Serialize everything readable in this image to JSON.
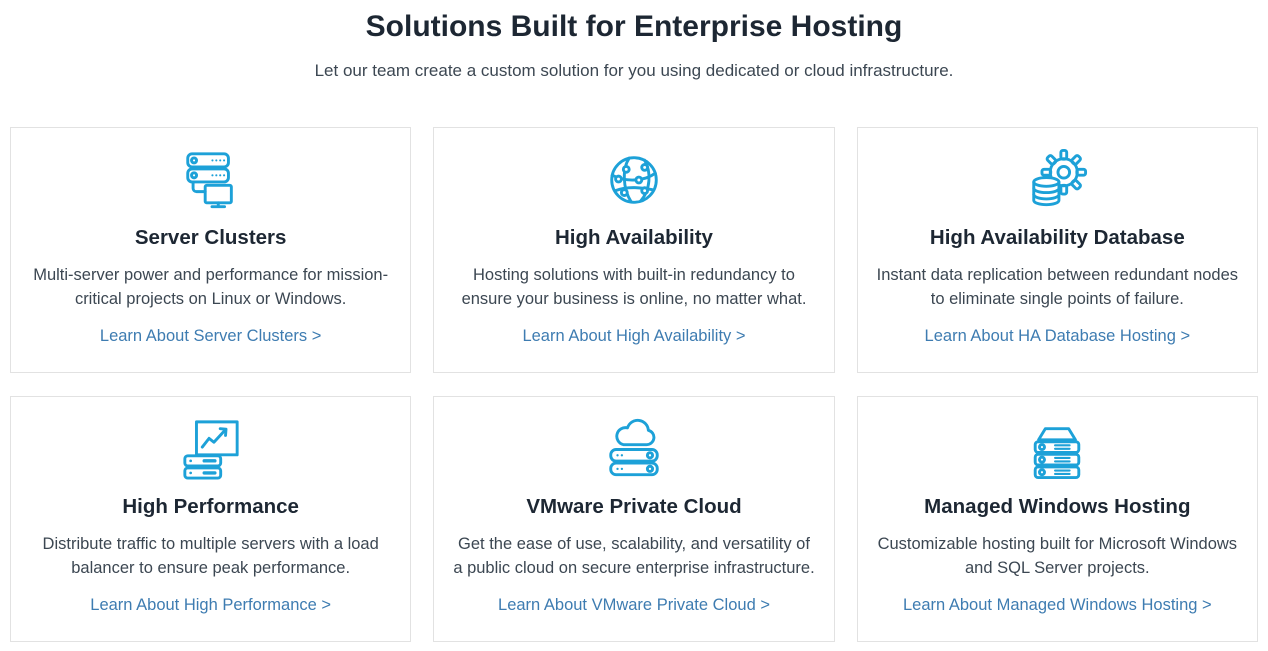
{
  "page": {
    "title": "Solutions Built for Enterprise Hosting",
    "subtitle": "Let our team create a custom solution for you using dedicated or cloud infrastructure."
  },
  "colors": {
    "accent": "#1da1d8",
    "heading": "#1d2733",
    "body_text": "#3c4752",
    "link": "#3e7cb1",
    "card_border": "#e2e2e2"
  },
  "cards": [
    {
      "icon": "server-clusters-icon",
      "title": "Server Clusters",
      "description": "Multi-server power and performance for mission-critical projects on Linux or Windows.",
      "link_label": "Learn About Server Clusters >"
    },
    {
      "icon": "high-availability-icon",
      "title": "High Availability",
      "description": "Hosting solutions with built-in redundancy to ensure your business is online, no matter what.",
      "link_label": "Learn About High Availability >"
    },
    {
      "icon": "ha-database-icon",
      "title": "High Availability Database",
      "description": "Instant data replication between redundant nodes to eliminate single points of failure.",
      "link_label": "Learn About HA Database Hosting >"
    },
    {
      "icon": "high-performance-icon",
      "title": "High Performance",
      "description": "Distribute traffic to multiple servers with a load balancer to ensure peak performance.",
      "link_label": "Learn About High Performance >"
    },
    {
      "icon": "vmware-private-cloud-icon",
      "title": "VMware Private Cloud",
      "description": "Get the ease of use, scalability, and versatility of a public cloud on secure enterprise infrastructure.",
      "link_label": "Learn About VMware Private Cloud >"
    },
    {
      "icon": "managed-windows-hosting-icon",
      "title": "Managed Windows Hosting",
      "description": "Customizable hosting built for Microsoft Windows and SQL Server projects.",
      "link_label": "Learn About Managed Windows Hosting >"
    }
  ]
}
